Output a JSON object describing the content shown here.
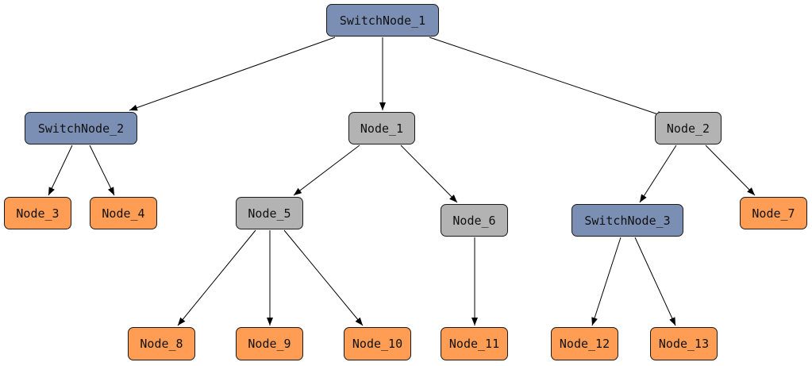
{
  "colors": {
    "switch_node": "#7b8fb4",
    "internal_node": "#b3b3b3",
    "leaf_node": "#ff9d55",
    "edge": "#000000"
  },
  "nodes": {
    "switch_1": "SwitchNode_1",
    "switch_2": "SwitchNode_2",
    "switch_3": "SwitchNode_3",
    "node_1": "Node_1",
    "node_2": "Node_2",
    "node_3": "Node_3",
    "node_4": "Node_4",
    "node_5": "Node_5",
    "node_6": "Node_6",
    "node_7": "Node_7",
    "node_8": "Node_8",
    "node_9": "Node_9",
    "node_10": "Node_10",
    "node_11": "Node_11",
    "node_12": "Node_12",
    "node_13": "Node_13"
  },
  "edges": [
    [
      "switch_1",
      "switch_2"
    ],
    [
      "switch_1",
      "node_1"
    ],
    [
      "switch_1",
      "node_2"
    ],
    [
      "switch_2",
      "node_3"
    ],
    [
      "switch_2",
      "node_4"
    ],
    [
      "node_1",
      "node_5"
    ],
    [
      "node_1",
      "node_6"
    ],
    [
      "node_2",
      "switch_3"
    ],
    [
      "node_2",
      "node_7"
    ],
    [
      "node_5",
      "node_8"
    ],
    [
      "node_5",
      "node_9"
    ],
    [
      "node_5",
      "node_10"
    ],
    [
      "node_6",
      "node_11"
    ],
    [
      "switch_3",
      "node_12"
    ],
    [
      "switch_3",
      "node_13"
    ]
  ]
}
